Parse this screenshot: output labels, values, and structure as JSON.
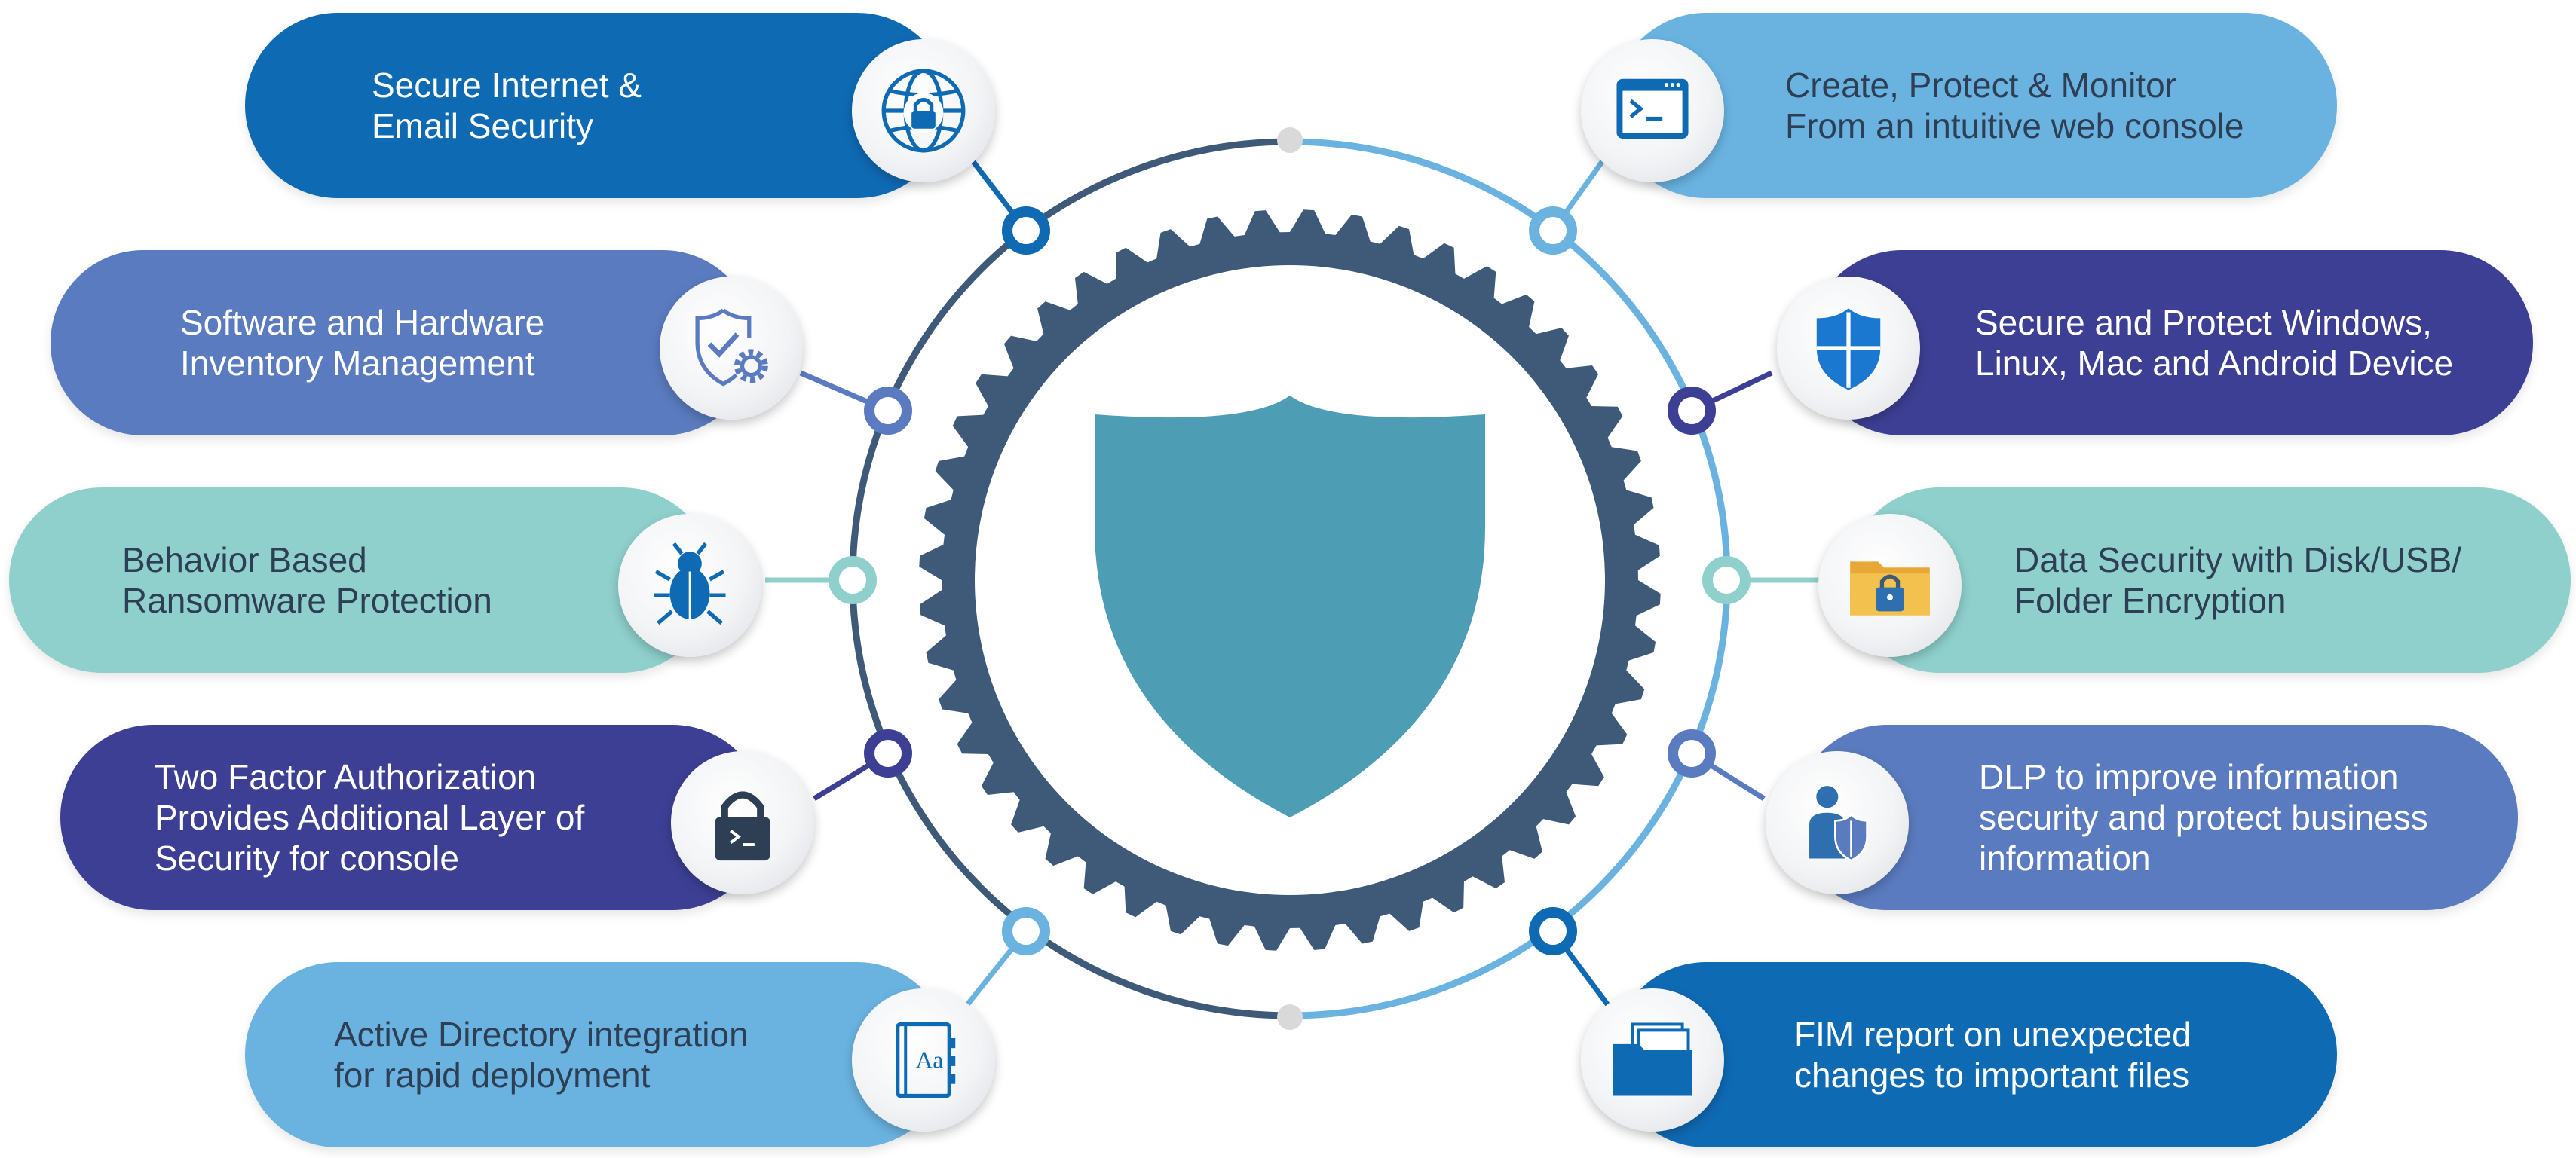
{
  "colors": {
    "ring_dark": "#3e5a78",
    "ring_light": "#6ab3e1",
    "cog": "#3e5a78",
    "shield": "#4d9db4",
    "node_gray": "#d9d9d9"
  },
  "features_left": [
    {
      "id": "internet-email",
      "text": "Secure Internet &\nEmail Security",
      "color": "#0f6ab4",
      "icon": "globe-lock-icon"
    },
    {
      "id": "inventory",
      "text": "Software and Hardware\n Inventory Management",
      "color": "#5b7bc0",
      "icon": "shield-gear-icon"
    },
    {
      "id": "ransomware",
      "text": "Behavior Based\nRansomware Protection",
      "color": "#8fd0cc",
      "icon": "bug-icon"
    },
    {
      "id": "two-factor",
      "text": "Two Factor Authorization\nProvides  Additional Layer of\nSecurity for console",
      "color": "#3d3f94",
      "icon": "padlock-terminal-icon"
    },
    {
      "id": "active-directory",
      "text": "Active Directory integration\nfor rapid deployment",
      "color": "#6ab3e1",
      "icon": "address-book-icon"
    }
  ],
  "features_right": [
    {
      "id": "web-console",
      "text": "Create, Protect & Monitor\nFrom an intuitive web console",
      "color": "#6ab3e1",
      "icon": "terminal-window-icon"
    },
    {
      "id": "os-devices",
      "text": "Secure and Protect Windows,\nLinux, Mac and Android Device",
      "color": "#3d3f94",
      "icon": "windows-shield-icon"
    },
    {
      "id": "encryption",
      "text": "Data Security with Disk/USB/\nFolder Encryption",
      "color": "#8fd0cc",
      "icon": "folder-lock-icon"
    },
    {
      "id": "dlp",
      "text": "DLP to improve information\nsecurity and protect business\ninformation",
      "color": "#5b7bc0",
      "icon": "user-shield-icon"
    },
    {
      "id": "fim",
      "text": "FIM report on unexpected\nchanges to important files",
      "color": "#0f6ab4",
      "icon": "file-folder-icon"
    }
  ]
}
